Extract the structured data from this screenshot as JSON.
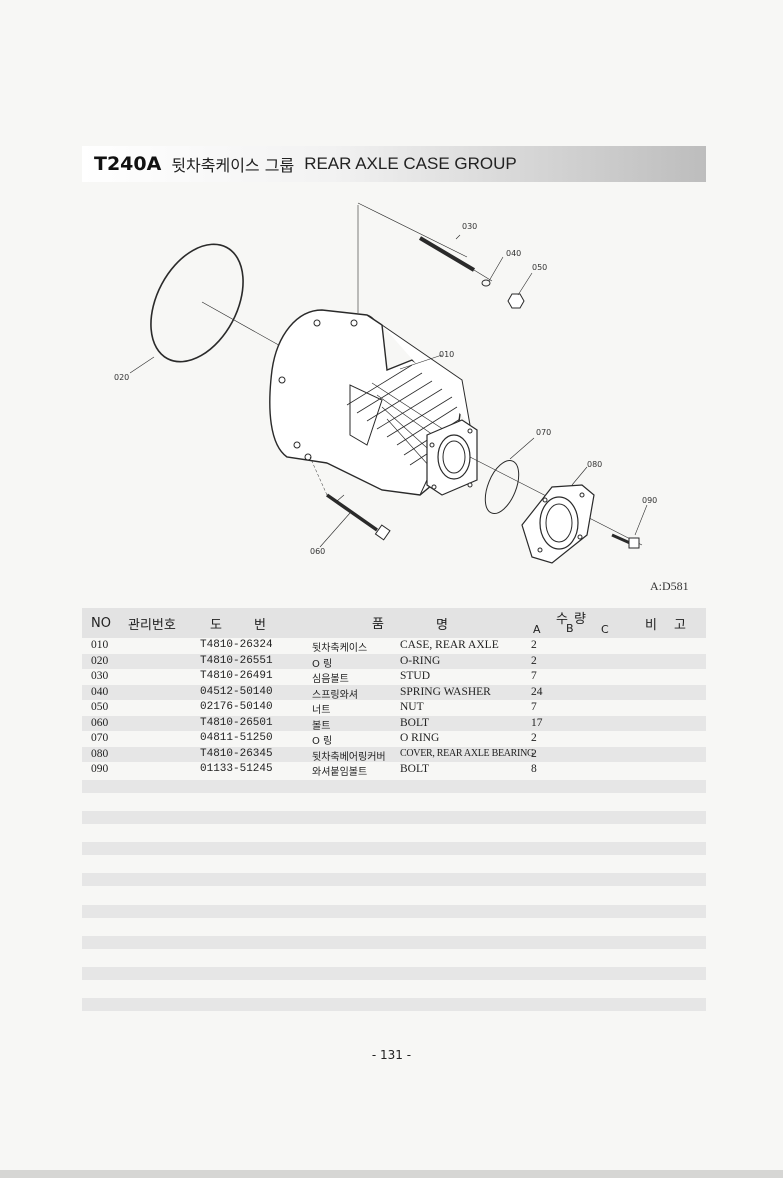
{
  "header": {
    "code": "T240A",
    "title_ko": "뒷차축케이스 그룹",
    "title_en": "REAR AXLE CASE GROUP"
  },
  "diagram": {
    "callouts": [
      "010",
      "020",
      "030",
      "040",
      "050",
      "060",
      "070",
      "080",
      "090"
    ],
    "reference": "A:D581"
  },
  "table": {
    "headers": {
      "no": "NO",
      "mgmt": "관리번호",
      "do": "도",
      "beon": "번",
      "pum": "품",
      "myeong": "명",
      "su": "수",
      "ryang": "량",
      "a": "A",
      "b": "B",
      "c": "C",
      "bi": "비",
      "go": "고"
    },
    "rows": [
      {
        "no": "010",
        "part": "T4810-26324",
        "ko": "뒷차축케이스",
        "en": "CASE, REAR AXLE",
        "qty": "2"
      },
      {
        "no": "020",
        "part": "T4810-26551",
        "ko": "O 링",
        "en": "O-RING",
        "qty": "2"
      },
      {
        "no": "030",
        "part": "T4810-26491",
        "ko": "심음볼트",
        "en": "STUD",
        "qty": "7"
      },
      {
        "no": "040",
        "part": "04512-50140",
        "ko": "스프링와셔",
        "en": "SPRING WASHER",
        "qty": "24"
      },
      {
        "no": "050",
        "part": "02176-50140",
        "ko": "너트",
        "en": "NUT",
        "qty": "7"
      },
      {
        "no": "060",
        "part": "T4810-26501",
        "ko": "볼트",
        "en": "BOLT",
        "qty": "17"
      },
      {
        "no": "070",
        "part": "04811-51250",
        "ko": "O 링",
        "en": "O RING",
        "qty": "2"
      },
      {
        "no": "080",
        "part": "T4810-26345",
        "ko": "뒷차축베어링커버",
        "en": "COVER, REAR AXLE BEARING",
        "qty": "2"
      },
      {
        "no": "090",
        "part": "01133-51245",
        "ko": "와셔붙임볼트",
        "en": "BOLT",
        "qty": "8"
      }
    ]
  },
  "footer": {
    "page": "- 131 -"
  }
}
